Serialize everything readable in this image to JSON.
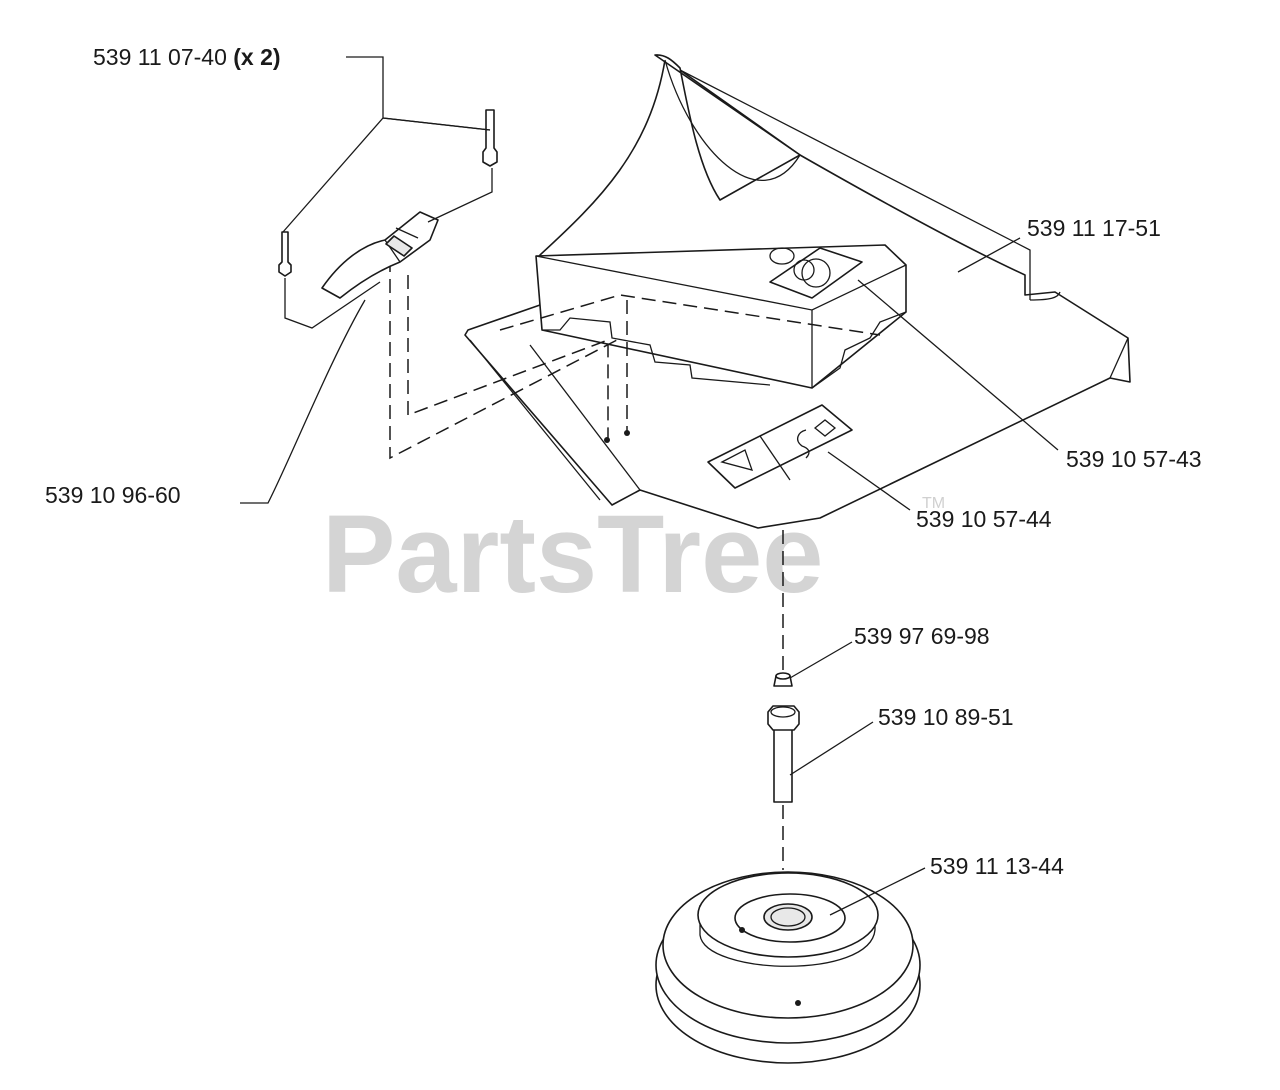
{
  "watermark": {
    "brand": "PartsTree",
    "trademark": "TM"
  },
  "callouts": [
    {
      "id": "rivet",
      "part": "539 11 07-40",
      "qty": "(x 2)"
    },
    {
      "id": "cover",
      "part": "539 11 17-51"
    },
    {
      "id": "decal-a",
      "part": "539 10 57-43"
    },
    {
      "id": "decal-b",
      "part": "539 10 57-44"
    },
    {
      "id": "latch",
      "part": "539 10 96-60"
    },
    {
      "id": "washer",
      "part": "539 97 69-98"
    },
    {
      "id": "bolt",
      "part": "539 10 89-51"
    },
    {
      "id": "pulley",
      "part": "539 11 13-44"
    }
  ]
}
